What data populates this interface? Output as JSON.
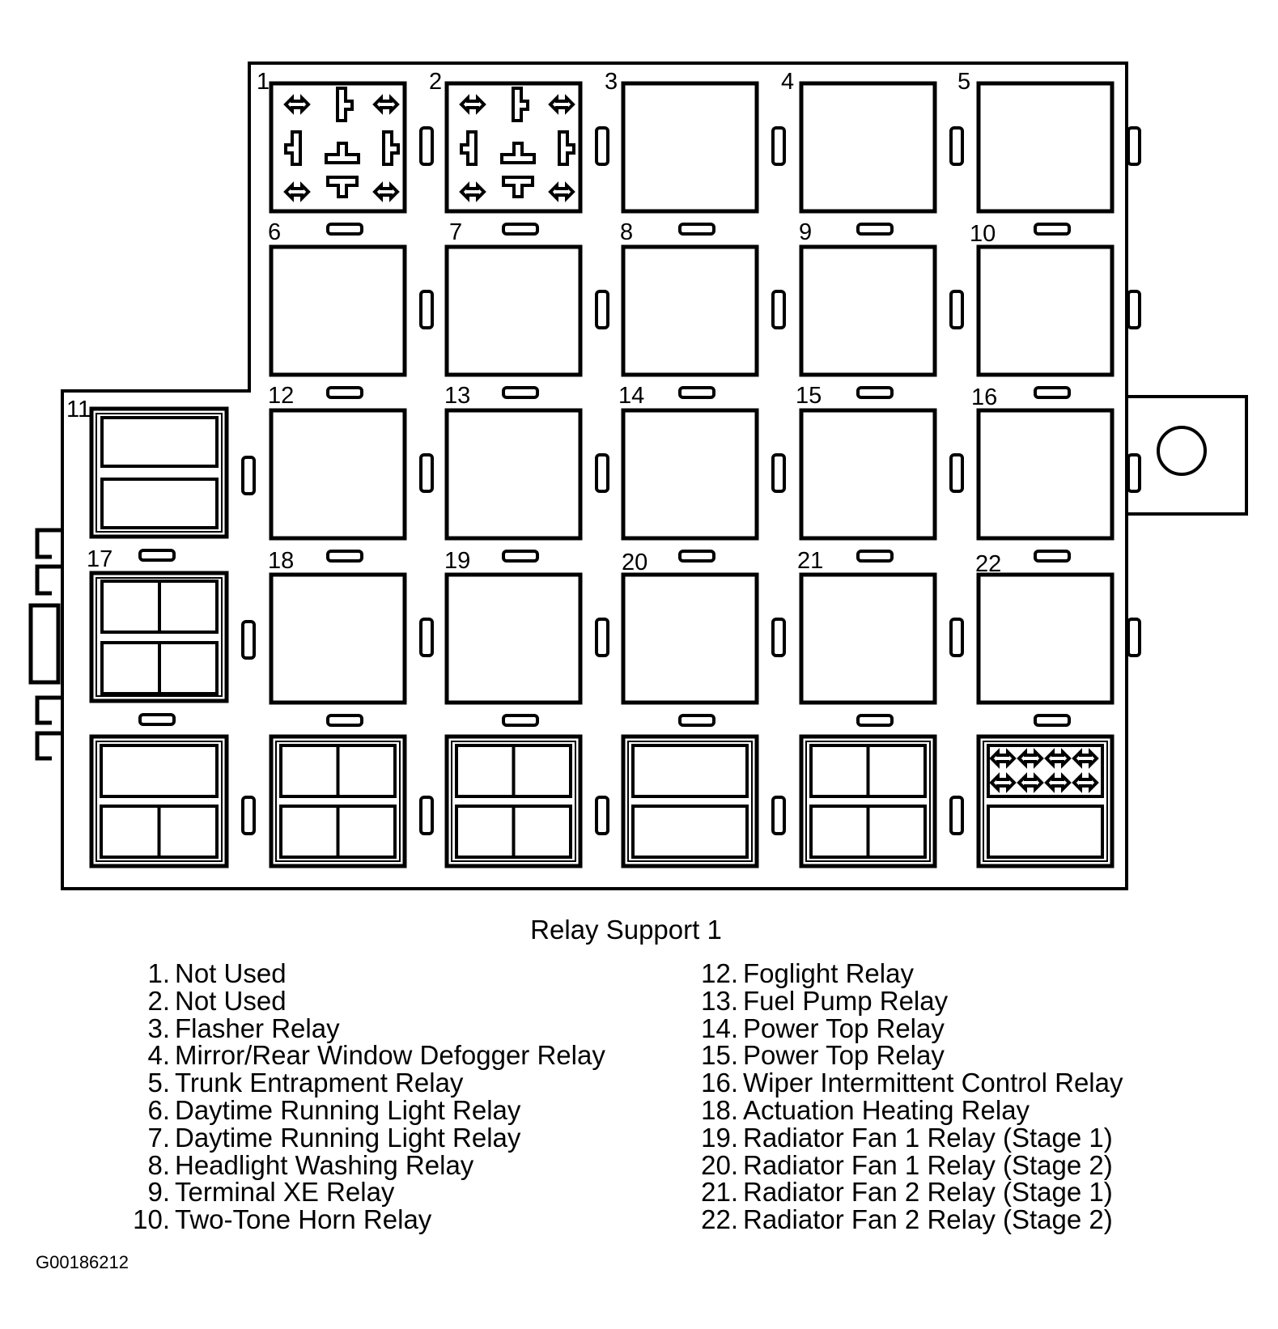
{
  "diagram": {
    "caption": "Relay Support 1",
    "figure_id": "G00186212",
    "slot_numbers": [
      "1",
      "2",
      "3",
      "4",
      "5",
      "6",
      "7",
      "8",
      "9",
      "10",
      "11",
      "12",
      "13",
      "14",
      "15",
      "16",
      "17",
      "18",
      "19",
      "20",
      "21",
      "22"
    ]
  },
  "legend": {
    "left": [
      {
        "num": "1.",
        "label": "Not Used"
      },
      {
        "num": "2.",
        "label": "Not Used"
      },
      {
        "num": "3.",
        "label": "Flasher Relay"
      },
      {
        "num": "4.",
        "label": "Mirror/Rear Window Defogger Relay"
      },
      {
        "num": "5.",
        "label": "Trunk Entrapment Relay"
      },
      {
        "num": "6.",
        "label": "Daytime Running Light Relay"
      },
      {
        "num": "7.",
        "label": "Daytime Running Light Relay"
      },
      {
        "num": "8.",
        "label": "Headlight Washing Relay"
      },
      {
        "num": "9.",
        "label": "Terminal XE Relay"
      },
      {
        "num": "10.",
        "label": "Two-Tone Horn Relay"
      }
    ],
    "right": [
      {
        "num": "12.",
        "label": "Foglight Relay"
      },
      {
        "num": "13.",
        "label": "Fuel Pump Relay"
      },
      {
        "num": "14.",
        "label": "Power Top Relay"
      },
      {
        "num": "15.",
        "label": "Power Top Relay"
      },
      {
        "num": "16.",
        "label": "Wiper Intermittent Control Relay"
      },
      {
        "num": "18.",
        "label": "Actuation Heating Relay"
      },
      {
        "num": "19.",
        "label": "Radiator Fan 1 Relay (Stage 1)"
      },
      {
        "num": "20.",
        "label": "Radiator Fan 1 Relay (Stage 2)"
      },
      {
        "num": "21.",
        "label": "Radiator Fan 2 Relay (Stage 1)"
      },
      {
        "num": "22.",
        "label": "Radiator Fan 2 Relay (Stage 2)"
      }
    ]
  }
}
